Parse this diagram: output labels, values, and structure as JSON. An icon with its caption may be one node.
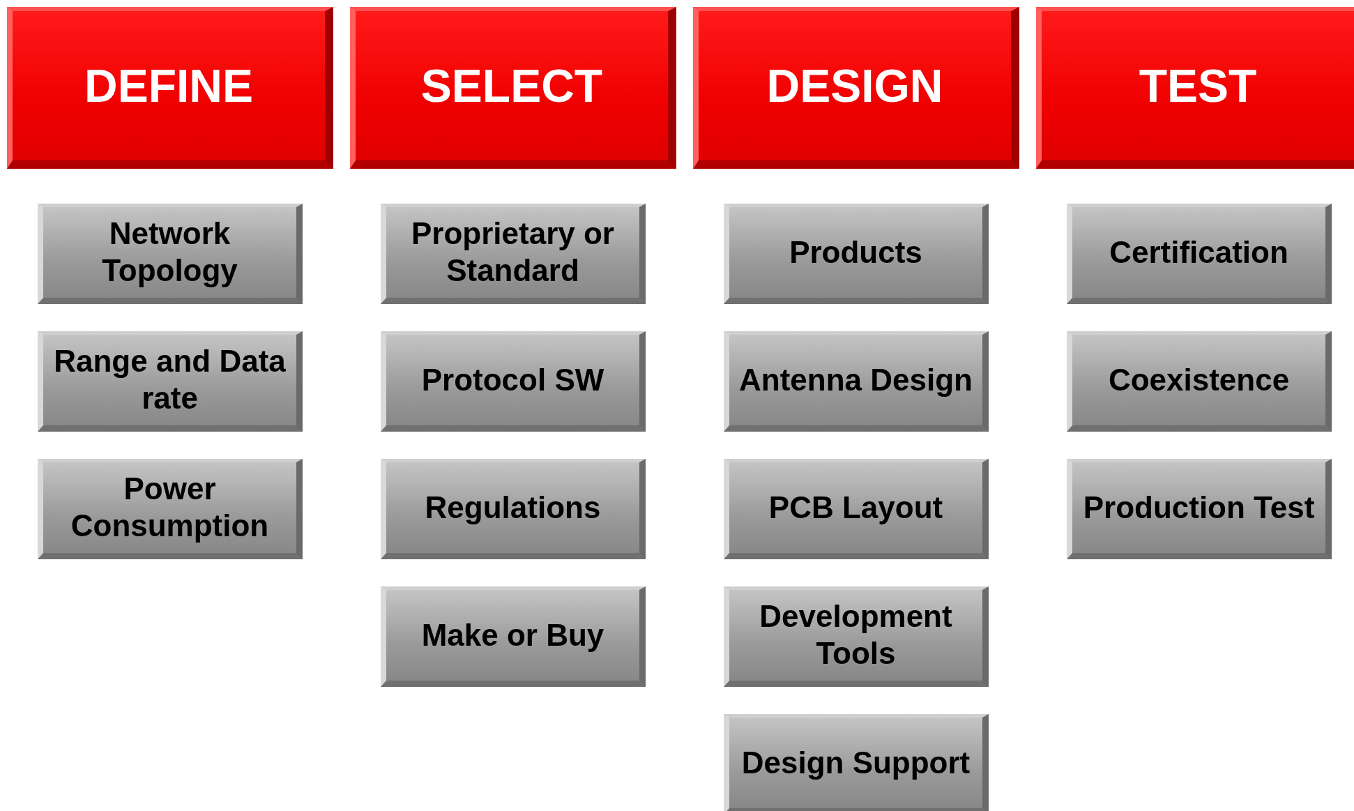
{
  "diagram": {
    "nodes": [
      {
        "text": [
          "DEFINE"
        ]
      },
      {
        "text": [
          "SELECT"
        ]
      },
      {
        "text": [
          "DESIGN"
        ]
      },
      {
        "text": [
          "TEST"
        ]
      },
      {
        "text": [
          "Network Topology"
        ]
      },
      {
        "text": [
          "Range and Data rate"
        ]
      },
      {
        "text": [
          "Power Consumption"
        ]
      },
      {
        "text": [
          "Proprietary or Standard"
        ]
      },
      {
        "text": [
          "Protocol SW"
        ]
      },
      {
        "text": [
          "Regulations"
        ]
      },
      {
        "text": [
          "Make or Buy"
        ]
      },
      {
        "text": [
          "Products"
        ]
      },
      {
        "text": [
          "Antenna Design"
        ]
      },
      {
        "text": [
          "PCB Layout"
        ]
      },
      {
        "text": [
          "Development Tools"
        ]
      },
      {
        "text": [
          "Design Support"
        ]
      },
      {
        "text": [
          "Certification"
        ]
      },
      {
        "text": [
          "Coexistence"
        ]
      },
      {
        "text": [
          "Production Test"
        ]
      }
    ]
  }
}
